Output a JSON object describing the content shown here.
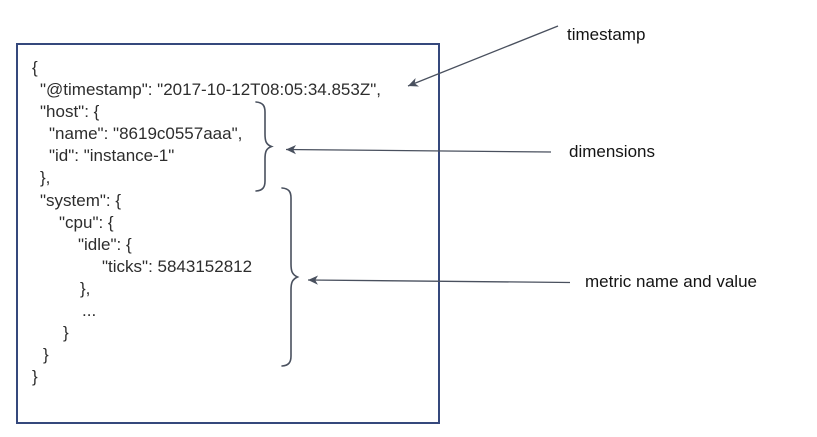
{
  "diagram": {
    "title": "metric document structure diagram",
    "code_block": {
      "lines": [
        {
          "text": "{",
          "indent": 14
        },
        {
          "text": "\"@timestamp\": \"2017-10-12T08:05:34.853Z\",",
          "indent": 22
        },
        {
          "text": "\"host\": {",
          "indent": 22
        },
        {
          "text": "\"name\": \"8619c0557aaa\",",
          "indent": 31
        },
        {
          "text": "\"id\": \"instance-1\"",
          "indent": 31
        },
        {
          "text": "},",
          "indent": 22
        },
        {
          "text": "\"system\": {",
          "indent": 22
        },
        {
          "text": "\"cpu\": {",
          "indent": 41
        },
        {
          "text": "\"idle\": {",
          "indent": 60
        },
        {
          "text": "\"ticks\": 5843152812",
          "indent": 84
        },
        {
          "text": "},",
          "indent": 62
        },
        {
          "text": "...",
          "indent": 64
        },
        {
          "text": "}",
          "indent": 45
        },
        {
          "text": "}",
          "indent": 25
        },
        {
          "text": "}",
          "indent": 14
        }
      ]
    },
    "annotations": {
      "timestamp_label": "timestamp",
      "dimensions_label": "dimensions",
      "metric_label": "metric name and value"
    },
    "colors": {
      "box_border": "#35487c",
      "code_text": "#2d2d2d",
      "annotation_line": "#49505e",
      "label_text": "#141414"
    }
  }
}
